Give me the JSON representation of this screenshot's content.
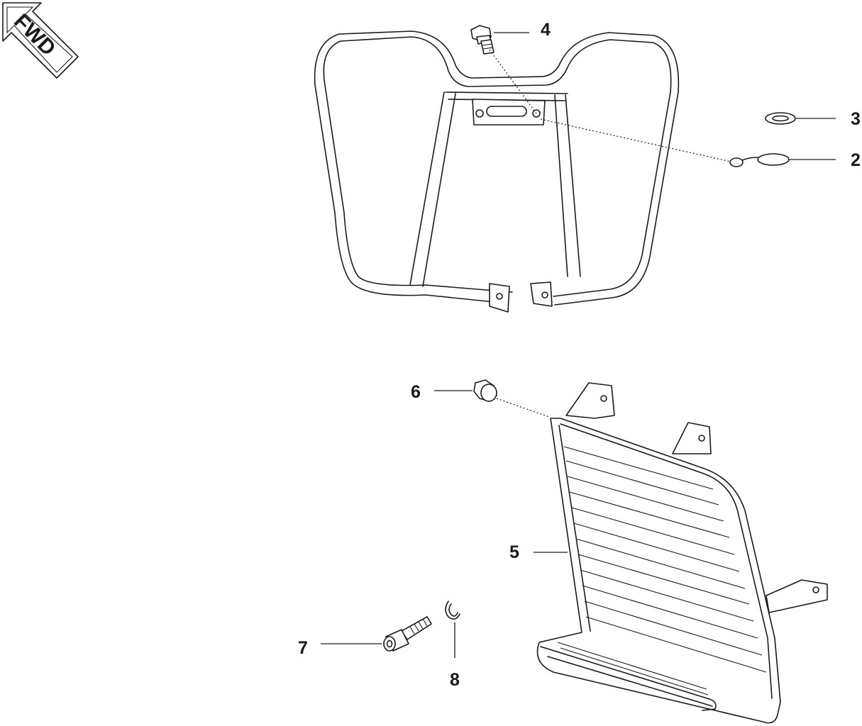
{
  "fwd_badge": {
    "label": "FWD"
  },
  "callouts": {
    "c2": "2",
    "c3": "3",
    "c4": "4",
    "c5": "5",
    "c6": "6",
    "c7": "7",
    "c8": "8"
  },
  "parts": [
    {
      "id": "2",
      "icon": "spring-pin-icon"
    },
    {
      "id": "3",
      "icon": "washer-icon"
    },
    {
      "id": "4",
      "icon": "flange-bolt-icon"
    },
    {
      "id": "5",
      "icon": "lower-rack-icon"
    },
    {
      "id": "6",
      "icon": "rubber-cap-icon"
    },
    {
      "id": "7",
      "icon": "socket-head-bolt-icon"
    },
    {
      "id": "8",
      "icon": "snap-ring-icon"
    }
  ]
}
